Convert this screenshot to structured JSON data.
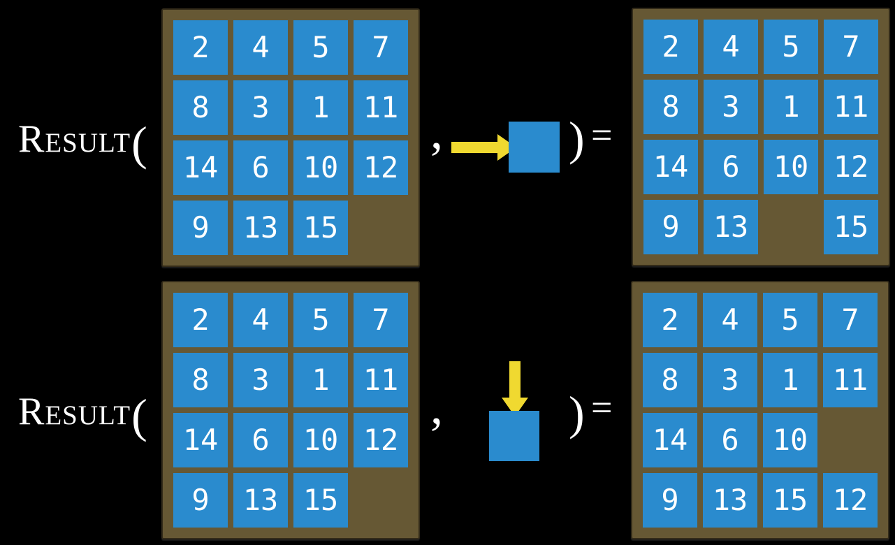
{
  "figure": {
    "function_name": "Result",
    "open_paren": "(",
    "comma": ",",
    "close_paren": ")",
    "equals": "=",
    "colors": {
      "background": "#000000",
      "board-frame": "#665834",
      "board-border": "#332b19",
      "tile-blue": "#2a8bce",
      "tile-number": "#ffffff",
      "arrow-yellow": "#f0d930",
      "label-text": "#ffffff"
    },
    "rows": [
      {
        "id": "move-right-example",
        "move": {
          "direction": "right",
          "icon": "right-arrow-icon"
        },
        "input_grid": [
          [
            "2",
            "4",
            "5",
            "7"
          ],
          [
            "8",
            "3",
            "1",
            "11"
          ],
          [
            "14",
            "6",
            "10",
            "12"
          ],
          [
            "9",
            "13",
            "15",
            ""
          ]
        ],
        "output_grid": [
          [
            "2",
            "4",
            "5",
            "7"
          ],
          [
            "8",
            "3",
            "1",
            "11"
          ],
          [
            "14",
            "6",
            "10",
            "12"
          ],
          [
            "9",
            "13",
            "",
            "15"
          ]
        ]
      },
      {
        "id": "move-down-example",
        "move": {
          "direction": "down",
          "icon": "down-arrow-icon"
        },
        "input_grid": [
          [
            "2",
            "4",
            "5",
            "7"
          ],
          [
            "8",
            "3",
            "1",
            "11"
          ],
          [
            "14",
            "6",
            "10",
            "12"
          ],
          [
            "9",
            "13",
            "15",
            ""
          ]
        ],
        "output_grid": [
          [
            "2",
            "4",
            "5",
            "7"
          ],
          [
            "8",
            "3",
            "1",
            "11"
          ],
          [
            "14",
            "6",
            "10",
            ""
          ],
          [
            "9",
            "13",
            "15",
            "12"
          ]
        ]
      }
    ]
  }
}
